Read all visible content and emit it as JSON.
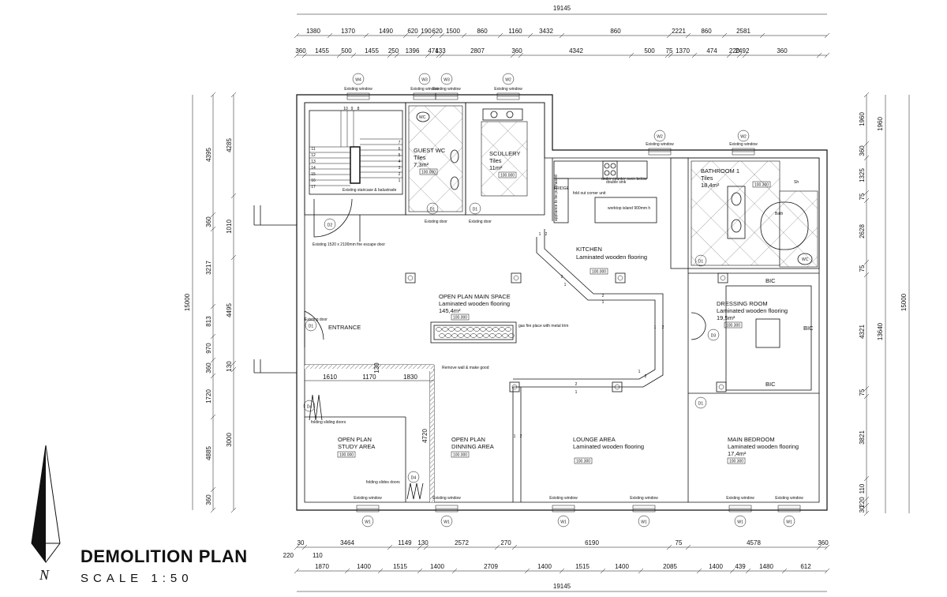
{
  "title": "DEMOLITION PLAN",
  "scale": "SCALE   1:50",
  "north": "N",
  "dims": {
    "top_total": "19145",
    "top_row1": [
      "1380",
      "1370",
      "1490",
      "620",
      "190",
      "620",
      "1500",
      "860",
      "1160",
      "3432",
      "860",
      "2221",
      "860",
      "2581"
    ],
    "top_row2": [
      "360",
      "1455",
      "500",
      "1455",
      "250",
      "1396",
      "474",
      "133",
      "2807",
      "360",
      "4342",
      "500",
      "75",
      "1370",
      "474",
      "220",
      "2492",
      "360"
    ],
    "bottom_row1": [
      "30",
      "3464",
      "1149",
      "130",
      "2572",
      "270",
      "6190",
      "75",
      "4578",
      "360"
    ],
    "bottom_small": [
      "220",
      "110"
    ],
    "bottom_row2": [
      "1870",
      "1400",
      "1515",
      "1400",
      "2709",
      "1400",
      "1515",
      "1400",
      "2085",
      "1400",
      "439",
      "1480",
      "612"
    ],
    "bottom_total": "19145",
    "left_outer": [
      "4395",
      "360",
      "3217",
      "813",
      "970",
      "360",
      "1720",
      "4885",
      "360"
    ],
    "left_inner": [
      "4285",
      "1010",
      "4495",
      "130",
      "3000"
    ],
    "left_total": "15000",
    "right_outer": [
      "1960",
      "360",
      "1325",
      "75",
      "2628",
      "75",
      "4321",
      "75",
      "3821",
      "110",
      "220",
      "30"
    ],
    "right_inner": [
      "1960",
      "13640"
    ],
    "right_total": "15000",
    "interior": [
      "1610",
      "1170",
      "1830",
      "130",
      "4720"
    ]
  },
  "windows": {
    "top": [
      "W4",
      "W3",
      "W3",
      "W2",
      "W2",
      "W2"
    ],
    "bottom": [
      "W1",
      "W1",
      "W1",
      "W1",
      "W1",
      "W1"
    ],
    "existing": "Existing window"
  },
  "doors": [
    "D2",
    "D1",
    "D1",
    "D1",
    "D1",
    "D3",
    "D1",
    "D4",
    "D4"
  ],
  "rooms": {
    "guest_wc": {
      "name": "GUEST WC",
      "finish": "Tiles",
      "area": "7,3m²",
      "tag": "100.000"
    },
    "scullery": {
      "name": "SCULLERY",
      "finish": "Tiles",
      "area": "11m²",
      "tag": "100.000"
    },
    "kitchen": {
      "name": "KITCHEN",
      "finish": "Laminated wooden flooring",
      "tag": "100.000"
    },
    "bathroom": {
      "name": "BATHROOM 1",
      "finish": "Tiles",
      "area": "18,4m²",
      "tag": "100.300"
    },
    "open_plan": {
      "name": "OPEN PLAN MAIN SPACE",
      "finish": "Laminated wooden flooring",
      "area": "145,4m²",
      "tag": "100.000"
    },
    "entrance": {
      "name": "ENTRANCE"
    },
    "dressing": {
      "name": "DRESSING ROOM",
      "finish": "Laminated wooden flooring",
      "area": "19,5m²",
      "tag": "100.300"
    },
    "study": {
      "name": "OPEN PLAN",
      "name2": "STUDY AREA",
      "tag": "100.000"
    },
    "dining": {
      "name": "OPEN PLAN",
      "name2": "DINNING AREA",
      "tag": "100.000"
    },
    "lounge": {
      "name": "LOUNGE AREA",
      "finish": "Laminated wooden flooring",
      "tag": "100.300"
    },
    "bedroom": {
      "name": "MAIN BEDROOM",
      "finish": "Laminated wooden flooring",
      "area": "17,4m²",
      "tag": "100.300"
    }
  },
  "notes": {
    "stair": "Existing staircase & balustrade",
    "exist_door": "Existing door",
    "fire_door": "Existing 1520 x 2100mm fire escape door",
    "fireplace": "gas fire place with metal trim",
    "remove_wall": "Remove wall & make good",
    "folding_doors": "folding sliding doors",
    "folding_doors2": "folding slides doors",
    "double_sink": "double sink",
    "fold_out": "fold out corner unit",
    "undercounter": "under counter oven below",
    "appliance": "appliance to be purchased",
    "fridge": "FRIDGE",
    "island": "worktop island 900mm h",
    "bic": "BIC",
    "sh": "Sh",
    "bath": "Bath",
    "wc": "WC",
    "stair_nums": [
      "10",
      "9",
      "8",
      "7",
      "6",
      "5",
      "4",
      "3",
      "2",
      "1",
      "11",
      "12",
      "13",
      "14",
      "15",
      "16",
      "17"
    ],
    "wall_markers": [
      "1",
      "2"
    ]
  }
}
